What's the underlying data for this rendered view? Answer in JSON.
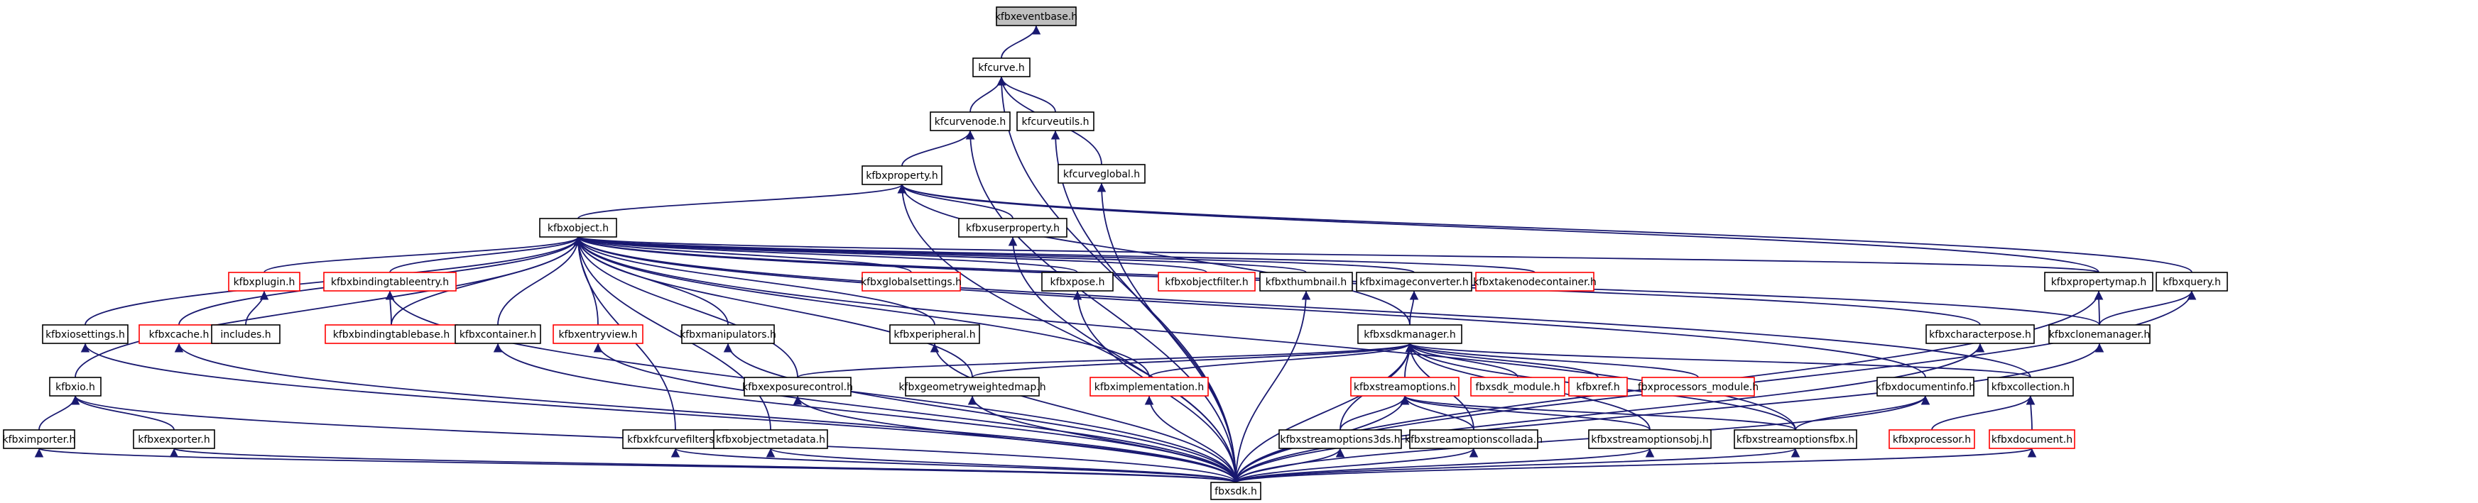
{
  "colors": {
    "edge": "#191970",
    "border_normal": "#000000",
    "border_missing": "#ff0000",
    "root_fill": "#bfbfbf",
    "node_fill": "#ffffff",
    "text": "#000000"
  },
  "nodes": [
    {
      "id": "kfbxeventbase",
      "label": "kfbxeventbase.h",
      "style": "root"
    },
    {
      "id": "kfcurve",
      "label": "kfcurve.h",
      "style": "normal"
    },
    {
      "id": "kfcurvenode",
      "label": "kfcurvenode.h",
      "style": "normal"
    },
    {
      "id": "kfcurveutils",
      "label": "kfcurveutils.h",
      "style": "normal"
    },
    {
      "id": "kfcurveglobal",
      "label": "kfcurveglobal.h",
      "style": "normal"
    },
    {
      "id": "kfbxproperty",
      "label": "kfbxproperty.h",
      "style": "normal"
    },
    {
      "id": "kfbxobject",
      "label": "kfbxobject.h",
      "style": "normal"
    },
    {
      "id": "kfbxuserproperty",
      "label": "kfbxuserproperty.h",
      "style": "normal"
    },
    {
      "id": "kfbxplugin",
      "label": "kfbxplugin.h",
      "style": "missing"
    },
    {
      "id": "kfbxbindingtableentry",
      "label": "kfbxbindingtableentry.h",
      "style": "missing"
    },
    {
      "id": "kfbxglobalsettings",
      "label": "kfbxglobalsettings.h",
      "style": "missing"
    },
    {
      "id": "kfbxpose",
      "label": "kfbxpose.h",
      "style": "normal"
    },
    {
      "id": "kfbxobjectfilter",
      "label": "kfbxobjectfilter.h",
      "style": "missing"
    },
    {
      "id": "kfbxthumbnail",
      "label": "kfbxthumbnail.h",
      "style": "normal"
    },
    {
      "id": "kfbximageconverter",
      "label": "kfbximageconverter.h",
      "style": "normal"
    },
    {
      "id": "kfbxtakenodecontainer",
      "label": "kfbxtakenodecontainer.h",
      "style": "missing"
    },
    {
      "id": "kfbxpropertymap",
      "label": "kfbxpropertymap.h",
      "style": "normal"
    },
    {
      "id": "kfbxquery",
      "label": "kfbxquery.h",
      "style": "normal"
    },
    {
      "id": "kfbxiosettings",
      "label": "kfbxiosettings.h",
      "style": "normal"
    },
    {
      "id": "kfbxcache",
      "label": "kfbxcache.h",
      "style": "missing"
    },
    {
      "id": "includes",
      "label": "includes.h",
      "style": "normal"
    },
    {
      "id": "kfbxbindingtablebase",
      "label": "kfbxbindingtablebase.h",
      "style": "missing"
    },
    {
      "id": "kfbxcontainer",
      "label": "kfbxcontainer.h",
      "style": "normal"
    },
    {
      "id": "kfbxentryview",
      "label": "kfbxentryview.h",
      "style": "missing"
    },
    {
      "id": "kfbxmanipulators",
      "label": "kfbxmanipulators.h",
      "style": "normal"
    },
    {
      "id": "kfbxperipheral",
      "label": "kfbxperipheral.h",
      "style": "normal"
    },
    {
      "id": "kfbxsdkmanager",
      "label": "kfbxsdkmanager.h",
      "style": "normal"
    },
    {
      "id": "kfbxcharacterpose",
      "label": "kfbxcharacterpose.h",
      "style": "normal"
    },
    {
      "id": "kfbxclonemanager",
      "label": "kfbxclonemanager.h",
      "style": "normal"
    },
    {
      "id": "kfbxio",
      "label": "kfbxio.h",
      "style": "normal"
    },
    {
      "id": "kfbxexposurecontrol",
      "label": "kfbxexposurecontrol.h",
      "style": "normal"
    },
    {
      "id": "kfbxgeometryweightedmap",
      "label": "kfbxgeometryweightedmap.h",
      "style": "normal"
    },
    {
      "id": "kfbximplementation",
      "label": "kfbximplementation.h",
      "style": "missing"
    },
    {
      "id": "kfbxstreamoptions",
      "label": "kfbxstreamoptions.h",
      "style": "missing"
    },
    {
      "id": "fbxsdk_module",
      "label": "fbxsdk_module.h",
      "style": "missing"
    },
    {
      "id": "kfbxref",
      "label": "kfbxref.h",
      "style": "missing"
    },
    {
      "id": "fbxprocessors_module",
      "label": "fbxprocessors_module.h",
      "style": "missing"
    },
    {
      "id": "kfbxdocumentinfo",
      "label": "kfbxdocumentinfo.h",
      "style": "normal"
    },
    {
      "id": "kfbxcollection",
      "label": "kfbxcollection.h",
      "style": "normal"
    },
    {
      "id": "kfbximporter",
      "label": "kfbximporter.h",
      "style": "normal"
    },
    {
      "id": "kfbxexporter",
      "label": "kfbxexporter.h",
      "style": "normal"
    },
    {
      "id": "kfbxkfcurvefilters",
      "label": "kfbxkfcurvefilters.h",
      "style": "normal"
    },
    {
      "id": "kfbxobjectmetadata",
      "label": "kfbxobjectmetadata.h",
      "style": "normal"
    },
    {
      "id": "kfbxstreamoptions3ds",
      "label": "kfbxstreamoptions3ds.h",
      "style": "normal"
    },
    {
      "id": "kfbxstreamoptionscollada",
      "label": "kfbxstreamoptionscollada.h",
      "style": "normal"
    },
    {
      "id": "kfbxstreamoptionsobj",
      "label": "kfbxstreamoptionsobj.h",
      "style": "normal"
    },
    {
      "id": "kfbxstreamoptionsfbx",
      "label": "kfbxstreamoptionsfbx.h",
      "style": "normal"
    },
    {
      "id": "kfbxprocessor",
      "label": "kfbxprocessor.h",
      "style": "missing"
    },
    {
      "id": "kfbxdocument",
      "label": "kfbxdocument.h",
      "style": "missing"
    },
    {
      "id": "fbxsdk",
      "label": "fbxsdk.h",
      "style": "normal"
    }
  ],
  "edges": [
    [
      "kfbxeventbase",
      "kfcurve"
    ],
    [
      "kfcurve",
      "kfcurvenode"
    ],
    [
      "kfcurve",
      "kfcurveutils"
    ],
    [
      "kfcurve",
      "kfcurveglobal"
    ],
    [
      "kfcurve",
      "fbxsdk"
    ],
    [
      "kfcurvenode",
      "kfbxproperty"
    ],
    [
      "kfcurvenode",
      "fbxsdk"
    ],
    [
      "kfcurveutils",
      "fbxsdk"
    ],
    [
      "kfcurveglobal",
      "fbxsdk"
    ],
    [
      "kfbxproperty",
      "kfbxobject"
    ],
    [
      "kfbxproperty",
      "kfbxuserproperty"
    ],
    [
      "kfbxproperty",
      "kfbxpropertymap"
    ],
    [
      "kfbxproperty",
      "kfbxquery"
    ],
    [
      "kfbxproperty",
      "kfbxsdkmanager"
    ],
    [
      "kfbxproperty",
      "fbxsdk"
    ],
    [
      "kfbxuserproperty",
      "fbxsdk"
    ],
    [
      "kfbxobject",
      "kfbxplugin"
    ],
    [
      "kfbxobject",
      "kfbxbindingtableentry"
    ],
    [
      "kfbxobject",
      "kfbxglobalsettings"
    ],
    [
      "kfbxobject",
      "kfbxpose"
    ],
    [
      "kfbxobject",
      "kfbxobjectfilter"
    ],
    [
      "kfbxobject",
      "kfbxthumbnail"
    ],
    [
      "kfbxobject",
      "kfbximageconverter"
    ],
    [
      "kfbxobject",
      "kfbxtakenodecontainer"
    ],
    [
      "kfbxobject",
      "kfbxpropertymap"
    ],
    [
      "kfbxobject",
      "kfbxiosettings"
    ],
    [
      "kfbxobject",
      "kfbxcache"
    ],
    [
      "kfbxobject",
      "kfbxbindingtablebase"
    ],
    [
      "kfbxobject",
      "kfbxcontainer"
    ],
    [
      "kfbxobject",
      "kfbxentryview"
    ],
    [
      "kfbxobject",
      "kfbxmanipulators"
    ],
    [
      "kfbxobject",
      "kfbxperipheral"
    ],
    [
      "kfbxobject",
      "kfbxcharacterpose"
    ],
    [
      "kfbxobject",
      "kfbxclonemanager"
    ],
    [
      "kfbxobject",
      "kfbxio"
    ],
    [
      "kfbxobject",
      "kfbxexposurecontrol"
    ],
    [
      "kfbxobject",
      "kfbxgeometryweightedmap"
    ],
    [
      "kfbxobject",
      "kfbximplementation"
    ],
    [
      "kfbxobject",
      "kfbxdocumentinfo"
    ],
    [
      "kfbxobject",
      "kfbxcollection"
    ],
    [
      "kfbxobject",
      "kfbxkfcurvefilters"
    ],
    [
      "kfbxobject",
      "kfbxobjectmetadata"
    ],
    [
      "kfbxobject",
      "kfbxstreamoptionsfbx"
    ],
    [
      "kfbxplugin",
      "includes"
    ],
    [
      "kfbxbindingtableentry",
      "kfbxbindingtablebase"
    ],
    [
      "kfbxbindingtableentry",
      "fbxsdk"
    ],
    [
      "kfbxpose",
      "fbxsdk"
    ],
    [
      "kfbxthumbnail",
      "fbxsdk"
    ],
    [
      "kfbximageconverter",
      "kfbxsdkmanager"
    ],
    [
      "kfbxpropertymap",
      "kfbxclonemanager"
    ],
    [
      "kfbxquery",
      "kfbxclonemanager"
    ],
    [
      "kfbxquery",
      "fbxsdk"
    ],
    [
      "kfbxpropertymap",
      "fbxsdk"
    ],
    [
      "kfbxiosettings",
      "fbxsdk"
    ],
    [
      "kfbxcache",
      "fbxsdk"
    ],
    [
      "kfbxcontainer",
      "fbxsdk"
    ],
    [
      "kfbxentryview",
      "fbxsdk"
    ],
    [
      "kfbxmanipulators",
      "fbxsdk"
    ],
    [
      "kfbxperipheral",
      "fbxsdk"
    ],
    [
      "kfbxsdkmanager",
      "kfbxexposurecontrol"
    ],
    [
      "kfbxsdkmanager",
      "kfbxgeometryweightedmap"
    ],
    [
      "kfbxsdkmanager",
      "kfbximplementation"
    ],
    [
      "kfbxsdkmanager",
      "kfbxstreamoptions"
    ],
    [
      "kfbxsdkmanager",
      "fbxsdk_module"
    ],
    [
      "kfbxsdkmanager",
      "kfbxref"
    ],
    [
      "kfbxsdkmanager",
      "fbxprocessors_module"
    ],
    [
      "kfbxsdkmanager",
      "kfbxcollection"
    ],
    [
      "kfbxsdkmanager",
      "kfbxstreamoptions3ds"
    ],
    [
      "kfbxsdkmanager",
      "kfbxstreamoptionscollada"
    ],
    [
      "kfbxsdkmanager",
      "kfbxstreamoptionsobj"
    ],
    [
      "kfbxsdkmanager",
      "kfbxstreamoptionsfbx"
    ],
    [
      "kfbxsdkmanager",
      "fbxsdk"
    ],
    [
      "kfbxcharacterpose",
      "fbxsdk"
    ],
    [
      "kfbxclonemanager",
      "fbxsdk"
    ],
    [
      "kfbxio",
      "kfbximporter"
    ],
    [
      "kfbxio",
      "kfbxexporter"
    ],
    [
      "kfbxio",
      "fbxsdk"
    ],
    [
      "kfbxexposurecontrol",
      "fbxsdk"
    ],
    [
      "kfbxgeometryweightedmap",
      "fbxsdk"
    ],
    [
      "kfbximplementation",
      "fbxsdk"
    ],
    [
      "kfbxstreamoptions",
      "kfbxstreamoptions3ds"
    ],
    [
      "kfbxstreamoptions",
      "kfbxstreamoptionscollada"
    ],
    [
      "kfbxstreamoptions",
      "kfbxstreamoptionsobj"
    ],
    [
      "kfbxstreamoptions",
      "kfbxstreamoptionsfbx"
    ],
    [
      "kfbxstreamoptions",
      "fbxsdk"
    ],
    [
      "kfbxdocumentinfo",
      "kfbxstreamoptionsfbx"
    ],
    [
      "kfbxdocumentinfo",
      "fbxsdk"
    ],
    [
      "kfbxcollection",
      "kfbxprocessor"
    ],
    [
      "kfbxcollection",
      "kfbxdocument"
    ],
    [
      "kfbximporter",
      "fbxsdk"
    ],
    [
      "kfbxexporter",
      "fbxsdk"
    ],
    [
      "kfbxkfcurvefilters",
      "fbxsdk"
    ],
    [
      "kfbxobjectmetadata",
      "fbxsdk"
    ],
    [
      "kfbxstreamoptions3ds",
      "fbxsdk"
    ],
    [
      "kfbxstreamoptionscollada",
      "fbxsdk"
    ],
    [
      "kfbxstreamoptionsobj",
      "fbxsdk"
    ],
    [
      "kfbxstreamoptionsfbx",
      "fbxsdk"
    ],
    [
      "kfbxdocument",
      "fbxsdk"
    ]
  ]
}
